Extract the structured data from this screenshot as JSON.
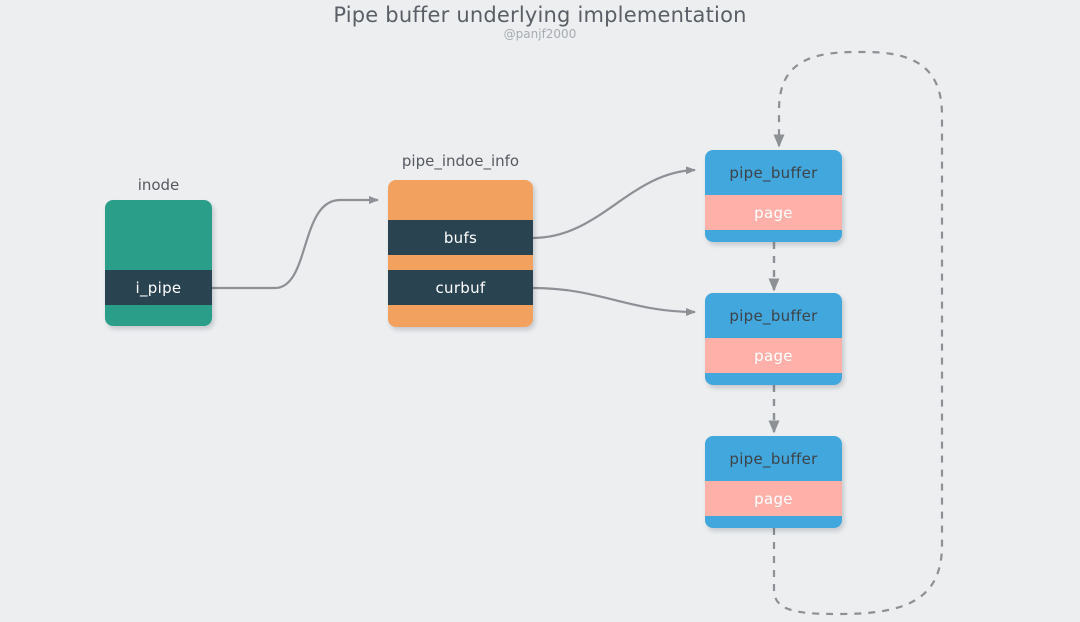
{
  "header": {
    "title": "Pipe buffer underlying implementation",
    "subtitle": "@panjf2000"
  },
  "colors": {
    "background": "#eceef0",
    "teal": "#2b9e8a",
    "navy": "#2a4351",
    "orange": "#f3a15f",
    "blue": "#41a7dc",
    "pink": "#ffb0a8",
    "edge": "#8d9094",
    "title_text": "#5a5f66",
    "subtitle_text": "#a7acb2"
  },
  "nodes": {
    "inode": {
      "caption": "inode",
      "fields": [
        {
          "label": "",
          "kind": "teal"
        },
        {
          "label": "i_pipe",
          "kind": "navy"
        },
        {
          "label": "",
          "kind": "teal"
        }
      ]
    },
    "pipe_inode_info": {
      "caption": "pipe_indoe_info",
      "fields": [
        {
          "label": "",
          "kind": "orange"
        },
        {
          "label": "bufs",
          "kind": "navy"
        },
        {
          "label": "",
          "kind": "orange"
        },
        {
          "label": "curbuf",
          "kind": "navy"
        },
        {
          "label": "",
          "kind": "orange"
        }
      ]
    },
    "pipe_buffer_1": {
      "caption": "",
      "fields": [
        {
          "label": "pipe_buffer",
          "kind": "blue"
        },
        {
          "label": "page",
          "kind": "pink"
        },
        {
          "label": "",
          "kind": "blue"
        }
      ]
    },
    "pipe_buffer_2": {
      "caption": "",
      "fields": [
        {
          "label": "pipe_buffer",
          "kind": "blue"
        },
        {
          "label": "page",
          "kind": "pink"
        },
        {
          "label": "",
          "kind": "blue"
        }
      ]
    },
    "pipe_buffer_3": {
      "caption": "",
      "fields": [
        {
          "label": "pipe_buffer",
          "kind": "blue"
        },
        {
          "label": "page",
          "kind": "pink"
        },
        {
          "label": "",
          "kind": "blue"
        }
      ]
    }
  },
  "edges": [
    {
      "name": "i_pipe-to-pipe_inode_info",
      "style": "solid",
      "from": "i_pipe",
      "to": "pipe_inode_info"
    },
    {
      "name": "bufs-to-pipe_buffer-1",
      "style": "solid",
      "from": "bufs",
      "to": "pipe_buffer_1"
    },
    {
      "name": "curbuf-to-pipe_buffer-2",
      "style": "solid",
      "from": "curbuf",
      "to": "pipe_buffer_2"
    },
    {
      "name": "pipe_buffer-1-to-2",
      "style": "dashed",
      "from": "pipe_buffer_1",
      "to": "pipe_buffer_2"
    },
    {
      "name": "pipe_buffer-2-to-3",
      "style": "dashed",
      "from": "pipe_buffer_2",
      "to": "pipe_buffer_3"
    },
    {
      "name": "pipe_buffer-3-wrap-to-1",
      "style": "dashed",
      "from": "pipe_buffer_3",
      "to": "pipe_buffer_1"
    }
  ]
}
